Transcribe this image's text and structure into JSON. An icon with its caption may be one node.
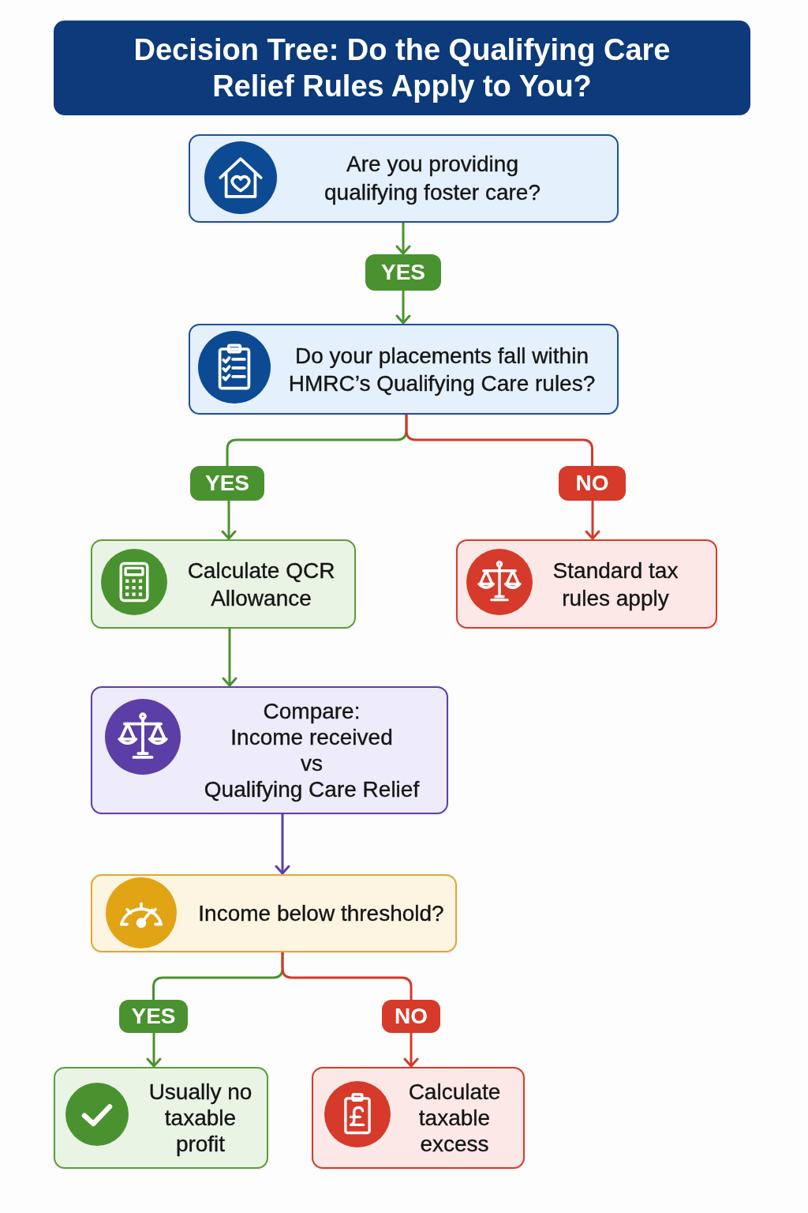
{
  "diagram": {
    "title": "Decision Tree: Do the Qualifying Care Relief Rules Apply to You?",
    "nodes": [
      {
        "text": [
          "Are you providing qualifying foster care?"
        ]
      },
      {
        "text": [
          "YES"
        ]
      },
      {
        "text": [
          "Do your placements fall within HMRC’s Qualifying Care rules?"
        ]
      },
      {
        "text": [
          "YES"
        ]
      },
      {
        "text": [
          "NO"
        ]
      },
      {
        "text": [
          "Calculate QCR Allowance"
        ]
      },
      {
        "text": [
          "Standard tax rules apply"
        ]
      },
      {
        "text": [
          "Compare:",
          "Income received",
          "vs",
          "Qualifying Care Relief"
        ]
      },
      {
        "text": [
          "Income below threshold?"
        ]
      },
      {
        "text": [
          "YES"
        ]
      },
      {
        "text": [
          "NO"
        ]
      },
      {
        "text": [
          "Usually no taxable profit"
        ]
      },
      {
        "text": [
          "Calculate taxable excess"
        ]
      }
    ],
    "edges": [
      {
        "from": 0,
        "to": 1,
        "arrow": "to"
      },
      {
        "from": 1,
        "to": 2,
        "arrow": "to"
      },
      {
        "from": 2,
        "to": 3,
        "arrow": "none"
      },
      {
        "from": 2,
        "to": 4,
        "arrow": "none",
        "color": "#d23a2a"
      },
      {
        "from": 3,
        "to": 5,
        "arrow": "to"
      },
      {
        "from": 4,
        "to": 6,
        "arrow": "to",
        "color": "#d23a2a"
      },
      {
        "from": 5,
        "to": 7,
        "arrow": "to"
      },
      {
        "from": 7,
        "to": 8,
        "arrow": "to",
        "color": "#5b3fa8"
      },
      {
        "from": 8,
        "to": 9,
        "arrow": "none"
      },
      {
        "from": 8,
        "to": 10,
        "arrow": "none",
        "color": "#d23a2a"
      },
      {
        "from": 9,
        "to": 11,
        "arrow": "to"
      },
      {
        "from": 10,
        "to": 12,
        "arrow": "to",
        "color": "#d23a2a"
      }
    ]
  }
}
